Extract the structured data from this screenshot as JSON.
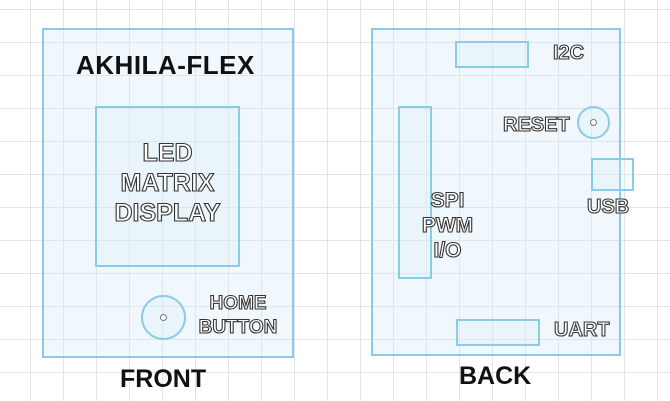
{
  "front": {
    "board_title": "AKHILA-FLEX",
    "led_display_lines": [
      "LED",
      "MATRIX",
      "DISPLAY"
    ],
    "home_button_lines": [
      "HOME",
      "BUTTON"
    ],
    "caption": "FRONT"
  },
  "back": {
    "i2c_label": "I2C",
    "reset_label": "RESET",
    "usb_label": "USB",
    "header_lines": [
      "SPI",
      "PWM",
      "I/O"
    ],
    "uart_label": "UART",
    "caption": "BACK"
  },
  "colors": {
    "outline": "#8ccbe6",
    "fill": "#eaf5fb",
    "grid": "#e4e4e4"
  }
}
